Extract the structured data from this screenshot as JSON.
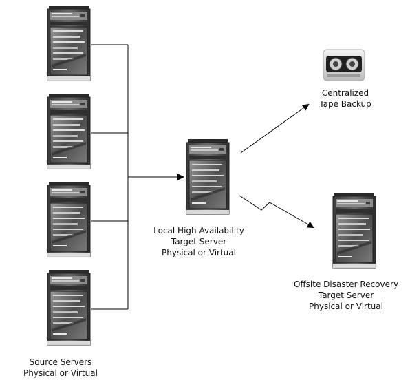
{
  "diagram": {
    "source": {
      "label_lines": [
        "Source Servers",
        "Physical or Virtual"
      ],
      "server_count": 4
    },
    "local_target": {
      "label_lines": [
        "Local High Availability",
        "Target Server",
        "Physical or Virtual"
      ]
    },
    "tape": {
      "label_lines": [
        "Centralized",
        "Tape Backup"
      ]
    },
    "offsite_target": {
      "label_lines": [
        "Offsite Disaster Recovery",
        "Target Server",
        "Physical or Virtual"
      ]
    },
    "colors": {
      "line": "#000000",
      "server_body": "#5a5a5a",
      "server_dark": "#2f2f2f",
      "server_light": "#d8d8d8",
      "shadow": "#f2c9c9"
    },
    "icons": [
      "server-icon",
      "tape-drive-icon",
      "arrow-icon",
      "lightning-link-icon"
    ]
  }
}
